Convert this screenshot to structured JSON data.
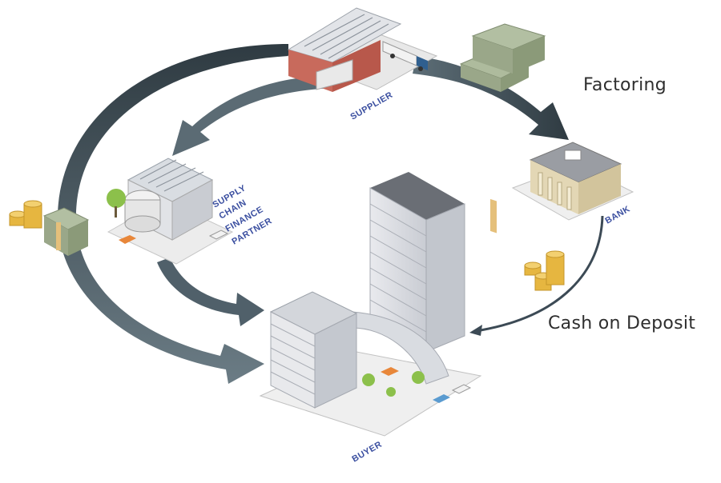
{
  "labels": {
    "supplier": "SUPPLIER",
    "bank": "BANK",
    "scf_line1": "SUPPLY",
    "scf_line2": "CHAIN",
    "scf_line3": "FINANCE",
    "scf_line4": "PARTNER",
    "buyer": "BUYER",
    "factoring": "Factoring",
    "cash_on_deposit": "Cash on Deposit"
  },
  "colors": {
    "arrow_dark": "#3f4a52",
    "arrow_mid": "#62727c",
    "label_blue": "#3b4fa0",
    "text_dark": "#2e2e2e",
    "money_green": "#9fae8e",
    "coin_gold": "#e6b640"
  },
  "icons": [
    "warehouse-icon",
    "truck-icon",
    "bank-icon",
    "office-tower-icon",
    "building-icon",
    "money-stack-icon",
    "coin-stack-icon",
    "tree-icon",
    "car-icon"
  ]
}
